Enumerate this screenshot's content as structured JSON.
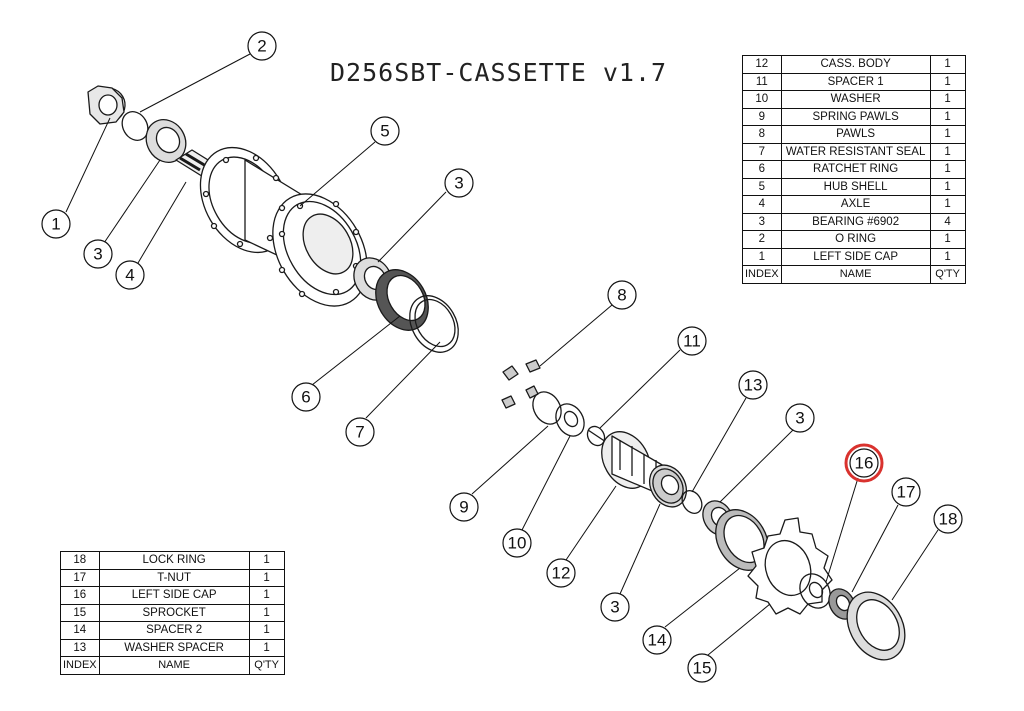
{
  "title": "D256SBT-CASSETTE v1.7",
  "highlight_color": "#d9322e",
  "parts_table_top": {
    "header": {
      "index": "INDEX",
      "name": "NAME",
      "qty": "Q'TY"
    },
    "rows": [
      {
        "index": "12",
        "name": "CASS. BODY",
        "qty": "1"
      },
      {
        "index": "11",
        "name": "SPACER 1",
        "qty": "1"
      },
      {
        "index": "10",
        "name": "WASHER",
        "qty": "1"
      },
      {
        "index": "9",
        "name": "SPRING PAWLS",
        "qty": "1"
      },
      {
        "index": "8",
        "name": "PAWLS",
        "qty": "1"
      },
      {
        "index": "7",
        "name": "WATER RESISTANT SEAL",
        "qty": "1"
      },
      {
        "index": "6",
        "name": "RATCHET RING",
        "qty": "1"
      },
      {
        "index": "5",
        "name": "HUB SHELL",
        "qty": "1"
      },
      {
        "index": "4",
        "name": "AXLE",
        "qty": "1"
      },
      {
        "index": "3",
        "name": "BEARING #6902",
        "qty": "4"
      },
      {
        "index": "2",
        "name": "O RING",
        "qty": "1"
      },
      {
        "index": "1",
        "name": "LEFT SIDE CAP",
        "qty": "1"
      }
    ]
  },
  "parts_table_bottom": {
    "header": {
      "index": "INDEX",
      "name": "NAME",
      "qty": "Q'TY"
    },
    "rows": [
      {
        "index": "18",
        "name": "LOCK RING",
        "qty": "1"
      },
      {
        "index": "17",
        "name": "T-NUT",
        "qty": "1"
      },
      {
        "index": "16",
        "name": "LEFT SIDE CAP",
        "qty": "1"
      },
      {
        "index": "15",
        "name": "SPROCKET",
        "qty": "1"
      },
      {
        "index": "14",
        "name": "SPACER 2",
        "qty": "1"
      },
      {
        "index": "13",
        "name": "WASHER SPACER",
        "qty": "1"
      }
    ]
  },
  "callouts": {
    "c1": "1",
    "c2": "2",
    "c3a": "3",
    "c4": "4",
    "c5": "5",
    "c3b": "3",
    "c6": "6",
    "c7": "7",
    "c8": "8",
    "c11": "11",
    "c9": "9",
    "c10": "10",
    "c12": "12",
    "c3c": "3",
    "c13": "13",
    "c3d": "3",
    "c14": "14",
    "c15": "15",
    "c16": "16",
    "c17": "17",
    "c18": "18"
  },
  "highlighted_callout": "16"
}
